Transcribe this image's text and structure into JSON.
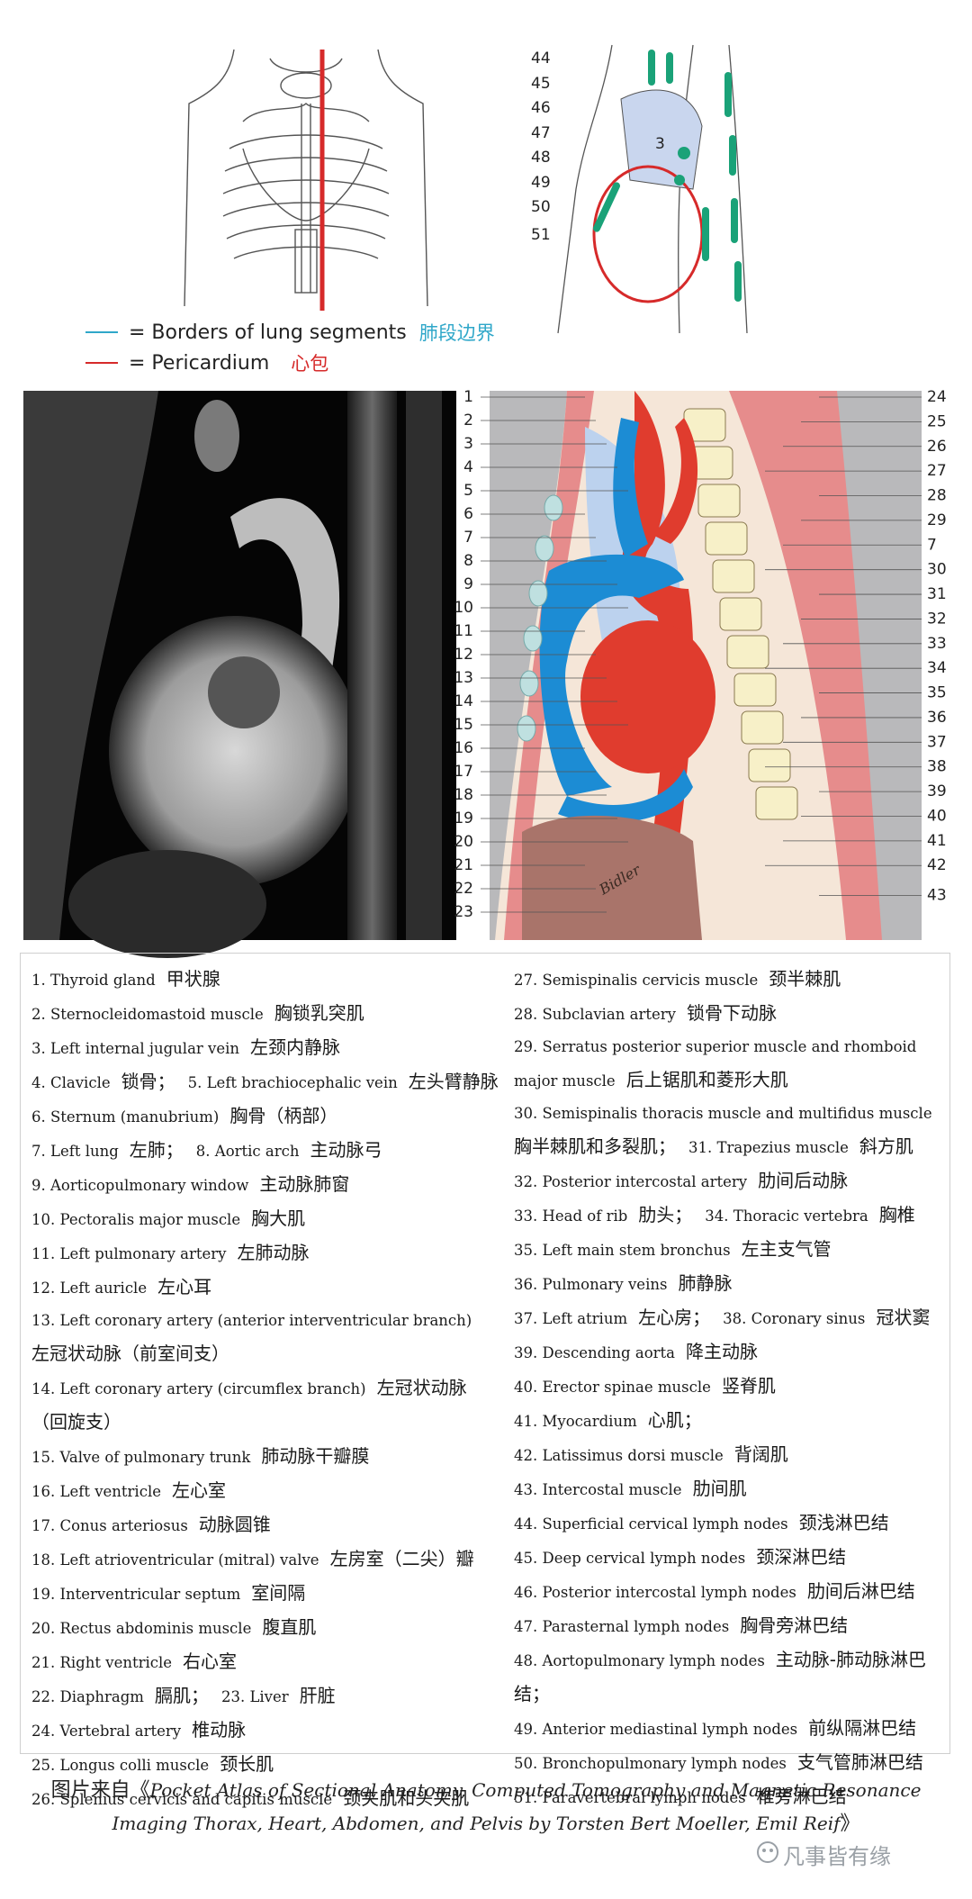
{
  "top_right_labels": [
    "44",
    "45",
    "46",
    "47",
    "48",
    "49",
    "50",
    "51"
  ],
  "inner_label": "3",
  "legend": {
    "lung_segments": {
      "text": "= Borders of lung segments",
      "cn": "肺段边界",
      "color": "#2fa7c9"
    },
    "pericardium": {
      "text": "= Pericardium",
      "cn": "心包",
      "color": "#d62a2a"
    }
  },
  "diagram_left_numbers": [
    "1",
    "2",
    "3",
    "4",
    "5",
    "6",
    "7",
    "8",
    "9",
    "10",
    "11",
    "12",
    "13",
    "14",
    "15",
    "16",
    "17",
    "18",
    "19",
    "20",
    "21",
    "22",
    "23"
  ],
  "diagram_right_numbers": [
    "24",
    "25",
    "26",
    "27",
    "28",
    "29",
    "7",
    "30",
    "31",
    "32",
    "33",
    "34",
    "35",
    "36",
    "37",
    "38",
    "39",
    "40",
    "41",
    "42",
    "43"
  ],
  "diagram_signature": "Bidler",
  "left_items": [
    {
      "en": "1. Thyroid gland",
      "cn": "甲状腺"
    },
    {
      "en": "2. Sternocleidomastoid muscle",
      "cn": "胸锁乳突肌"
    },
    {
      "en": "3. Left internal jugular vein",
      "cn": "左颈内静脉"
    },
    {
      "en": "4. Clavicle",
      "cn": "锁骨；",
      "en2": "5. Left brachiocephalic vein",
      "cn2": "左头臂静脉"
    },
    {
      "en": "6. Sternum (manubrium)",
      "cn": "胸骨（柄部）"
    },
    {
      "en": "7. Left lung",
      "cn": "左肺；",
      "en2": "8. Aortic arch",
      "cn2": "主动脉弓"
    },
    {
      "en": "9. Aorticopulmonary window",
      "cn": "主动脉肺窗"
    },
    {
      "en": "10. Pectoralis major muscle",
      "cn": "胸大肌"
    },
    {
      "en": "11. Left pulmonary artery",
      "cn": "左肺动脉"
    },
    {
      "en": "12. Left auricle",
      "cn": "左心耳"
    },
    {
      "en": "13. Left coronary artery (anterior interventricular branch)",
      "cn": "左冠状动脉（前室间支）"
    },
    {
      "en": "14. Left coronary artery (circumflex branch)",
      "cn": "左冠状动脉（回旋支）"
    },
    {
      "en": "15. Valve of pulmonary trunk",
      "cn": "肺动脉干瓣膜"
    },
    {
      "en": "16. Left ventricle",
      "cn": "左心室"
    },
    {
      "en": "17. Conus arteriosus",
      "cn": "动脉圆锥"
    },
    {
      "en": "18. Left atrioventricular (mitral) valve",
      "cn": "左房室（二尖）瓣"
    },
    {
      "en": "19. Interventricular septum",
      "cn": "室间隔"
    },
    {
      "en": "20. Rectus abdominis muscle",
      "cn": "腹直肌"
    },
    {
      "en": "21. Right ventricle",
      "cn": "右心室"
    },
    {
      "en": "22. Diaphragm",
      "cn": "膈肌；",
      "en2": "23. Liver",
      "cn2": "肝脏"
    },
    {
      "en": "24. Vertebral artery",
      "cn": "椎动脉"
    },
    {
      "en": "25. Longus colli muscle",
      "cn": "颈长肌"
    },
    {
      "en": "26. Splenius cervicis and capitis muscle",
      "cn": "颈夹肌和头夹肌"
    }
  ],
  "right_items": [
    {
      "en": "27. Semispinalis cervicis muscle",
      "cn": "颈半棘肌"
    },
    {
      "en": "28. Subclavian artery",
      "cn": "锁骨下动脉"
    },
    {
      "en": "29. Serratus posterior superior muscle and rhomboid major muscle",
      "cn": "后上锯肌和菱形大肌"
    },
    {
      "en": "30. Semispinalis thoracis muscle and multifidus muscle",
      "cn": "胸半棘肌和多裂肌；",
      "en2": "31. Trapezius muscle",
      "cn2": "斜方肌"
    },
    {
      "en": "32. Posterior intercostal artery",
      "cn": "肋间后动脉"
    },
    {
      "en": "33. Head of rib",
      "cn": "肋头；",
      "en2": "34. Thoracic vertebra",
      "cn2": "胸椎"
    },
    {
      "en": "35. Left main stem bronchus",
      "cn": "左主支气管"
    },
    {
      "en": "36. Pulmonary veins",
      "cn": "肺静脉"
    },
    {
      "en": "37. Left atrium",
      "cn": "左心房；",
      "en2": "38. Coronary sinus",
      "cn2": "冠状窦"
    },
    {
      "en": "39. Descending aorta",
      "cn": "降主动脉"
    },
    {
      "en": "40. Erector spinae muscle",
      "cn": "竖脊肌"
    },
    {
      "en": "41. Myocardium",
      "cn": "心肌；"
    },
    {
      "en": "42. Latissimus dorsi muscle",
      "cn": "背阔肌"
    },
    {
      "en": "43. Intercostal muscle",
      "cn": "肋间肌"
    },
    {
      "en": "44. Superficial cervical lymph nodes",
      "cn": "颈浅淋巴结"
    },
    {
      "en": "45. Deep cervical lymph nodes",
      "cn": "颈深淋巴结"
    },
    {
      "en": "46. Posterior intercostal lymph nodes",
      "cn": "肋间后淋巴结"
    },
    {
      "en": "47. Parasternal lymph nodes",
      "cn": "胸骨旁淋巴结"
    },
    {
      "en": "48. Aortopulmonary lymph nodes",
      "cn": "主动脉-肺动脉淋巴结；"
    },
    {
      "en": "49. Anterior mediastinal lymph nodes",
      "cn": "前纵隔淋巴结"
    },
    {
      "en": "50. Bronchopulmonary lymph nodes",
      "cn": "支气管肺淋巴结"
    },
    {
      "en": "51. Paravertebral lymph nodes",
      "cn": "椎旁淋巴结"
    }
  ],
  "credit": {
    "prefix": "图片来自《",
    "text": "Pocket Atlas of Sectional Anatomy, Computed Tomography and Magnetic Resonance Imaging Thorax, Heart, Abdomen, and Pelvis by Torsten Bert Moeller, Emil Reif",
    "suffix": "》"
  },
  "watermark": "凡事皆有缘"
}
